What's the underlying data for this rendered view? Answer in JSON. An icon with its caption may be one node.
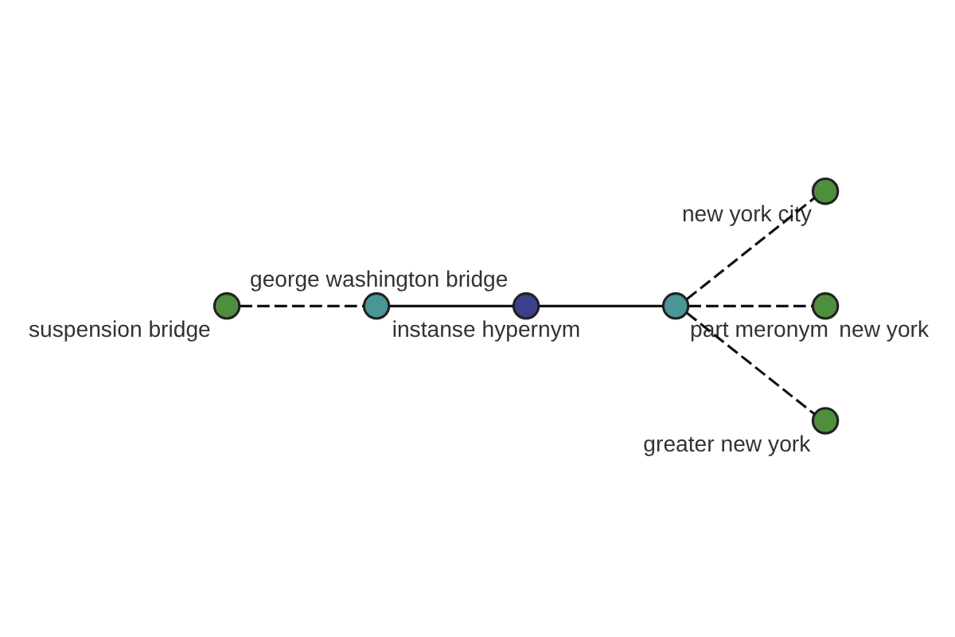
{
  "diagram": {
    "nodes": [
      {
        "text": [
          "suspension bridge"
        ]
      },
      {
        "text": [
          "instanse hypernym"
        ]
      },
      {
        "text": [
          "george washington bridge"
        ]
      },
      {
        "text": [
          "part meronym"
        ]
      },
      {
        "text": [
          "new york city"
        ]
      },
      {
        "text": [
          "new york"
        ]
      },
      {
        "text": [
          "greater new york"
        ]
      }
    ],
    "edges": [
      {
        "from": 0,
        "to": 1,
        "arrow": "none",
        "style": "dashed"
      },
      {
        "from": 1,
        "to": 2,
        "arrow": "none"
      },
      {
        "from": 2,
        "to": 3,
        "arrow": "none"
      },
      {
        "from": 3,
        "to": 4,
        "arrow": "none",
        "style": "dashed"
      },
      {
        "from": 3,
        "to": 5,
        "arrow": "none",
        "style": "dashed"
      },
      {
        "from": 3,
        "to": 6,
        "arrow": "none",
        "style": "dashed"
      }
    ]
  }
}
